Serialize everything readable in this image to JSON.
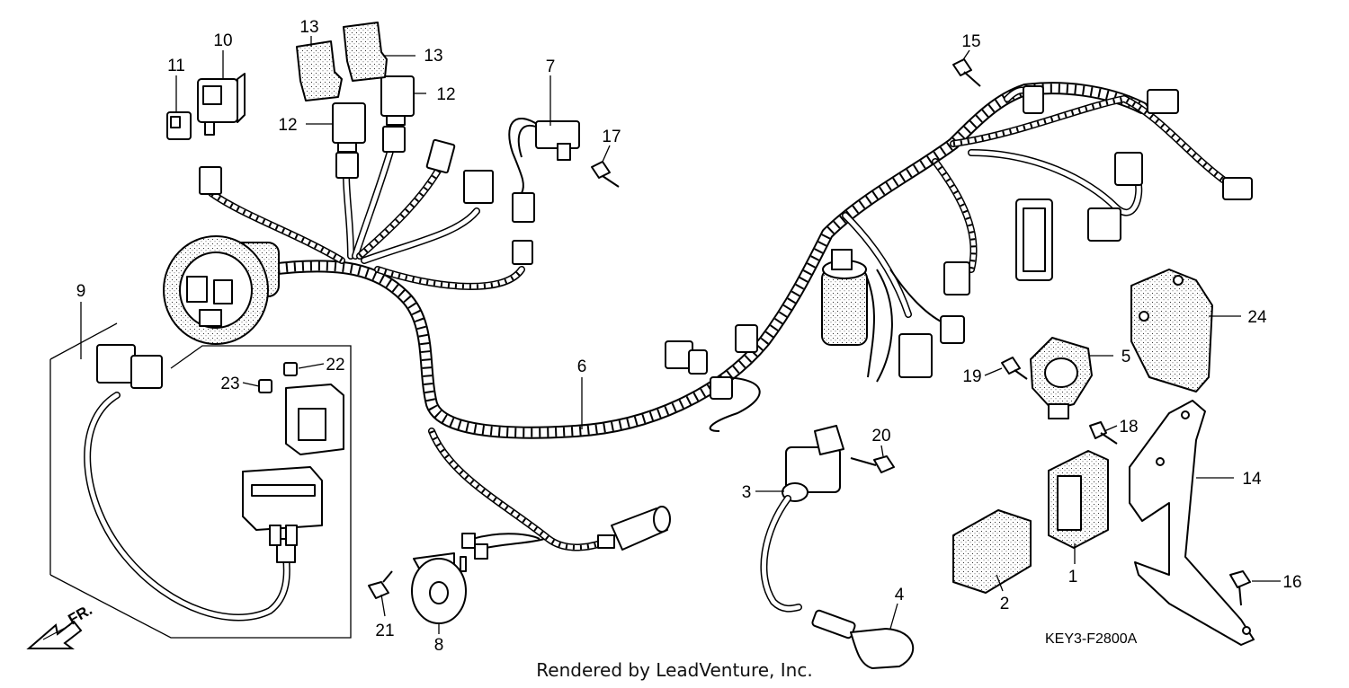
{
  "diagram": {
    "code": "KEY3-F2800A",
    "credit": "Rendered by LeadVenture, Inc.",
    "direction_label": "FR.",
    "callouts": [
      "1",
      "2",
      "3",
      "4",
      "5",
      "6",
      "7",
      "8",
      "9",
      "10",
      "11",
      "12",
      "12",
      "13",
      "13",
      "14",
      "15",
      "16",
      "17",
      "18",
      "19",
      "20",
      "21",
      "22",
      "23",
      "24"
    ]
  }
}
